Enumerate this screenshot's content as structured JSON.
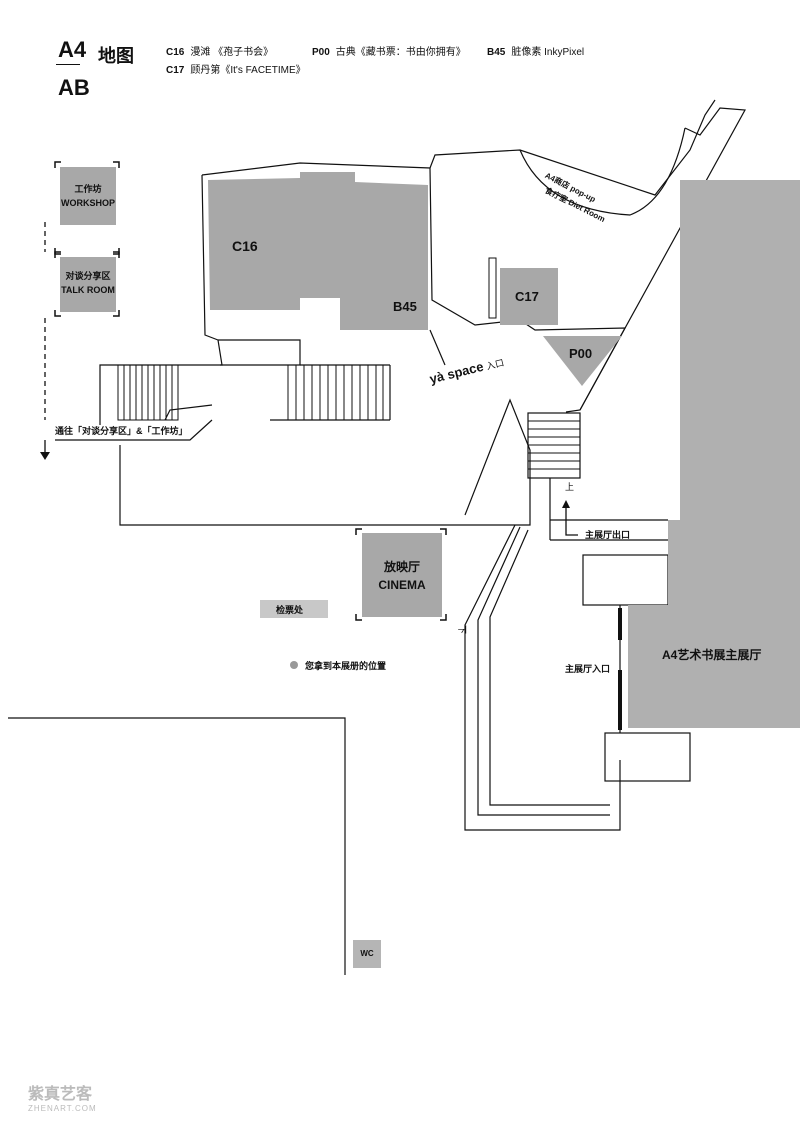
{
  "header": {
    "logo_top": "A4",
    "logo_bottom": "AB",
    "title": "地图"
  },
  "legend": [
    {
      "code": "C16",
      "name": "漫滩 《孢子书会》"
    },
    {
      "code": "C17",
      "name": "顾丹第《It's FACETIME》"
    },
    {
      "code": "P00",
      "name": "古典《藏书票：书由你拥有》"
    },
    {
      "code": "B45",
      "name": "脏像素 InkyPixel"
    }
  ],
  "rooms": {
    "workshop_cn": "工作坊",
    "workshop_en": "WORKSHOP",
    "talk_cn": "对谈分享区",
    "talk_en": "TALK ROOM",
    "c16": "C16",
    "b45": "B45",
    "c17": "C17",
    "p00": "P00",
    "popup_line1": "A4商店 pop-up",
    "popup_line2": "食疗室 Diet Room",
    "ya_space": "yà space",
    "ya_entry": "入口",
    "to_workshop": "通往「对谈分享区」&「工作坊」",
    "cinema_cn": "放映厅",
    "cinema_en": "CINEMA",
    "ticket": "检票处",
    "you_here": "您拿到本展册的位置",
    "main_exit": "主展厅出口",
    "main_entry": "主展厅入口",
    "main_hall": "A4艺术书展主展厅",
    "stair_up": "上",
    "stair_down": "下",
    "wc": "WC"
  },
  "watermark": {
    "cn": "紫真艺客",
    "en": "ZHENART.COM"
  }
}
